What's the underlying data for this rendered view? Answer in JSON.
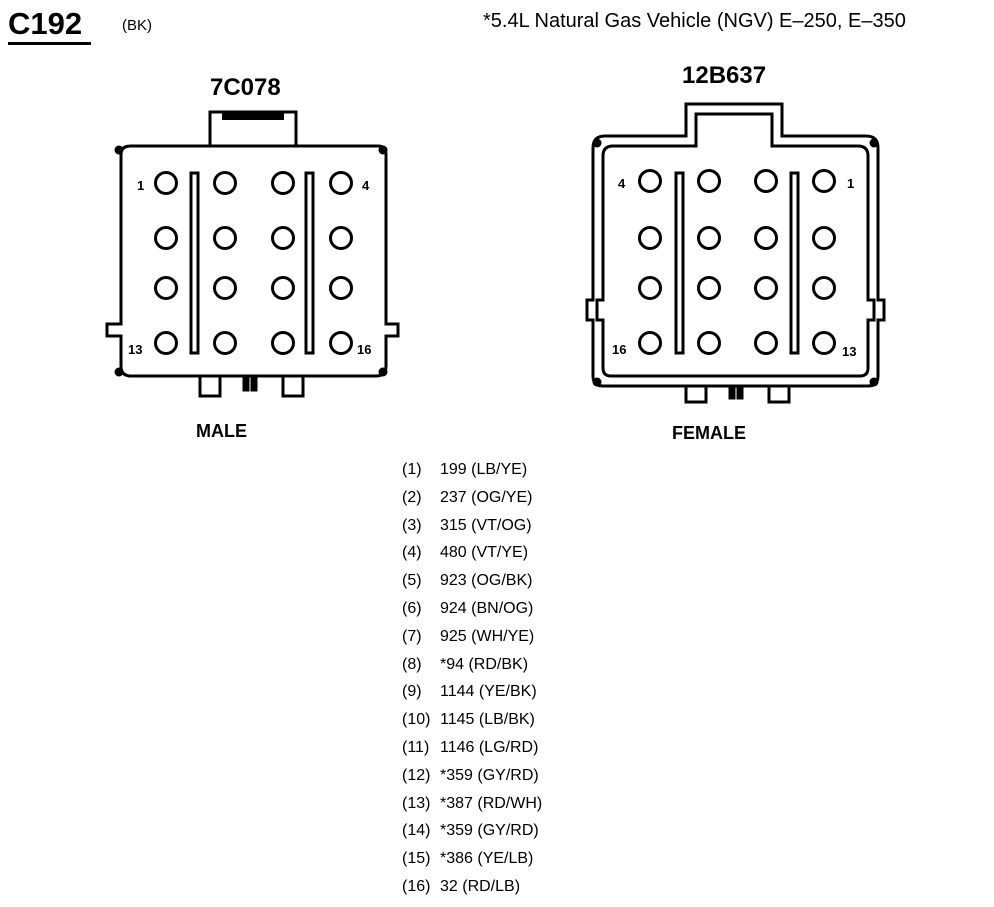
{
  "header": {
    "connector_id": "C192",
    "connector_color": "(BK)",
    "vehicle_note": "*5.4L Natural Gas Vehicle (NGV) E–250, E–350"
  },
  "male": {
    "part_number": "7C078",
    "label": "MALE",
    "pin_labels": {
      "top_left": "1",
      "top_right": "4",
      "bottom_left": "13",
      "bottom_right": "16"
    }
  },
  "female": {
    "part_number": "12B637",
    "label": "FEMALE",
    "pin_labels": {
      "top_left": "4",
      "top_right": "1",
      "bottom_left": "16",
      "bottom_right": "13"
    }
  },
  "pins": [
    {
      "num": "(1)",
      "circuit": "199 (LB/YE)"
    },
    {
      "num": "(2)",
      "circuit": "237 (OG/YE)"
    },
    {
      "num": "(3)",
      "circuit": "315 (VT/OG)"
    },
    {
      "num": "(4)",
      "circuit": "480 (VT/YE)"
    },
    {
      "num": "(5)",
      "circuit": "923 (OG/BK)"
    },
    {
      "num": "(6)",
      "circuit": "924 (BN/OG)"
    },
    {
      "num": "(7)",
      "circuit": "925 (WH/YE)"
    },
    {
      "num": "(8)",
      "circuit": "*94 (RD/BK)"
    },
    {
      "num": "(9)",
      "circuit": "1144 (YE/BK)"
    },
    {
      "num": "(10)",
      "circuit": "1145 (LB/BK)"
    },
    {
      "num": "(11)",
      "circuit": "1146 (LG/RD)"
    },
    {
      "num": "(12)",
      "circuit": "*359 (GY/RD)"
    },
    {
      "num": "(13)",
      "circuit": "*387 (RD/WH)"
    },
    {
      "num": "(14)",
      "circuit": "*359 (GY/RD)"
    },
    {
      "num": "(15)",
      "circuit": "*386 (YE/LB)"
    },
    {
      "num": "(16)",
      "circuit": "32 (RD/LB)"
    }
  ]
}
